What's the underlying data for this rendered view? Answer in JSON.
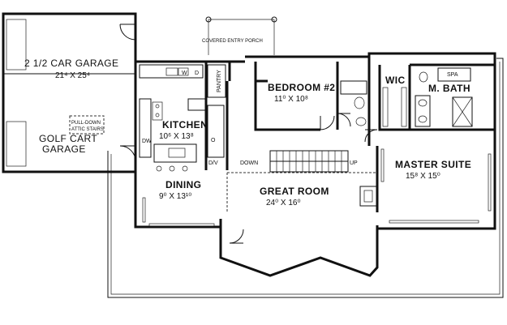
{
  "plan": {
    "porch_label": "COVERED ENTRY PORCH",
    "rooms": {
      "garage": {
        "name": "2 1/2 CAR GARAGE",
        "size": "21⁴ X 25⁴"
      },
      "golf_cart": {
        "line1": "GOLF CART",
        "line2": "GARAGE"
      },
      "attic": {
        "line1": "PULL-DOWN",
        "line2": "ATTIC STAIRS"
      },
      "kitchen": {
        "name": "KITCHEN",
        "size": "10⁶ X 13⁸"
      },
      "dining": {
        "name": "DINING",
        "size": "9⁰ X 13¹⁰"
      },
      "great_room": {
        "name": "GREAT ROOM",
        "size": "24⁰ X 16⁰"
      },
      "bedroom2": {
        "name": "BEDROOM #2",
        "size": "11⁰ X 10⁸"
      },
      "master": {
        "name": "MASTER SUITE",
        "size": "15⁸ X 15⁰"
      },
      "wic": {
        "name": "WIC"
      },
      "mbath": {
        "name": "M. BATH"
      },
      "spa": {
        "name": "SPA"
      }
    },
    "fixtures": {
      "pantry": "PANTRY",
      "dw": "DW",
      "d_v": "D/V",
      "dryer": "D",
      "washer": "W",
      "oven": "O"
    },
    "stairs": {
      "down": "DOWN",
      "up": "UP"
    }
  }
}
